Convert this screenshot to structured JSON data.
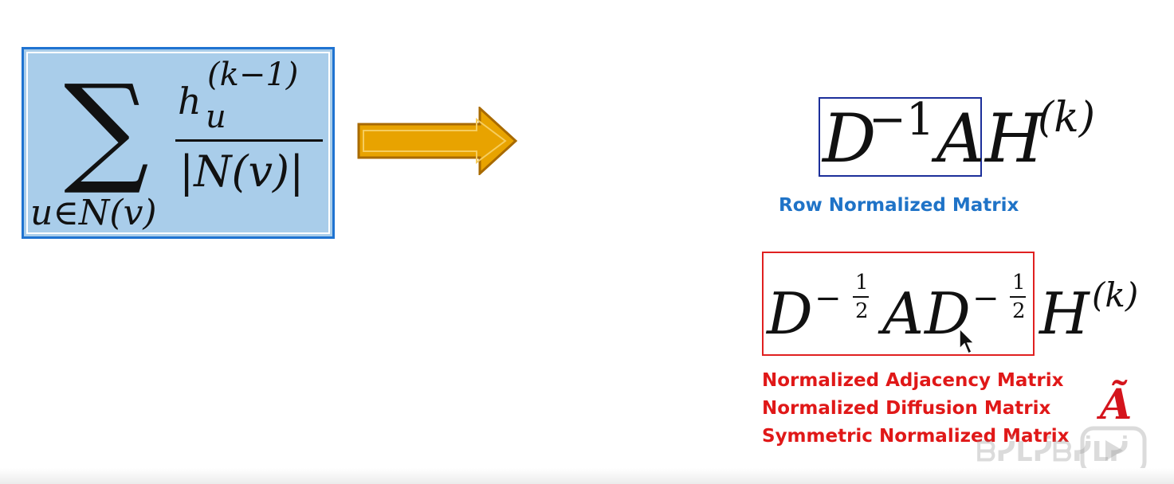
{
  "left_formula": {
    "sigma": "∑",
    "sum_subscript": "u∈N(v)",
    "numerator_base": "h",
    "numerator_sub": "u",
    "numerator_sup": "(k−1)",
    "denominator": "|N(v)|"
  },
  "arrow": {
    "color": "#e8a300",
    "icon": "right-arrow-icon"
  },
  "row_formula": {
    "boxed_part_base": "D",
    "boxed_part_sup": "−1",
    "boxed_part_tail": "A",
    "rest_base": "H",
    "rest_sup": "(k)",
    "label": "Row Normalized Matrix"
  },
  "sym_formula": {
    "d1": "D",
    "minus": "−",
    "half_num": "1",
    "half_den": "2",
    "a": "A",
    "d2": "D",
    "h": "H",
    "h_sup": "(k)",
    "labels": [
      "Normalized Adjacency Matrix",
      "Normalized Diffusion Matrix",
      "Symmetric Normalized Matrix"
    ],
    "symbol": "Ã"
  },
  "colors": {
    "blue_box": "#1c2f9a",
    "red_box": "#e02020",
    "left_box_fill": "#a9cdea"
  }
}
